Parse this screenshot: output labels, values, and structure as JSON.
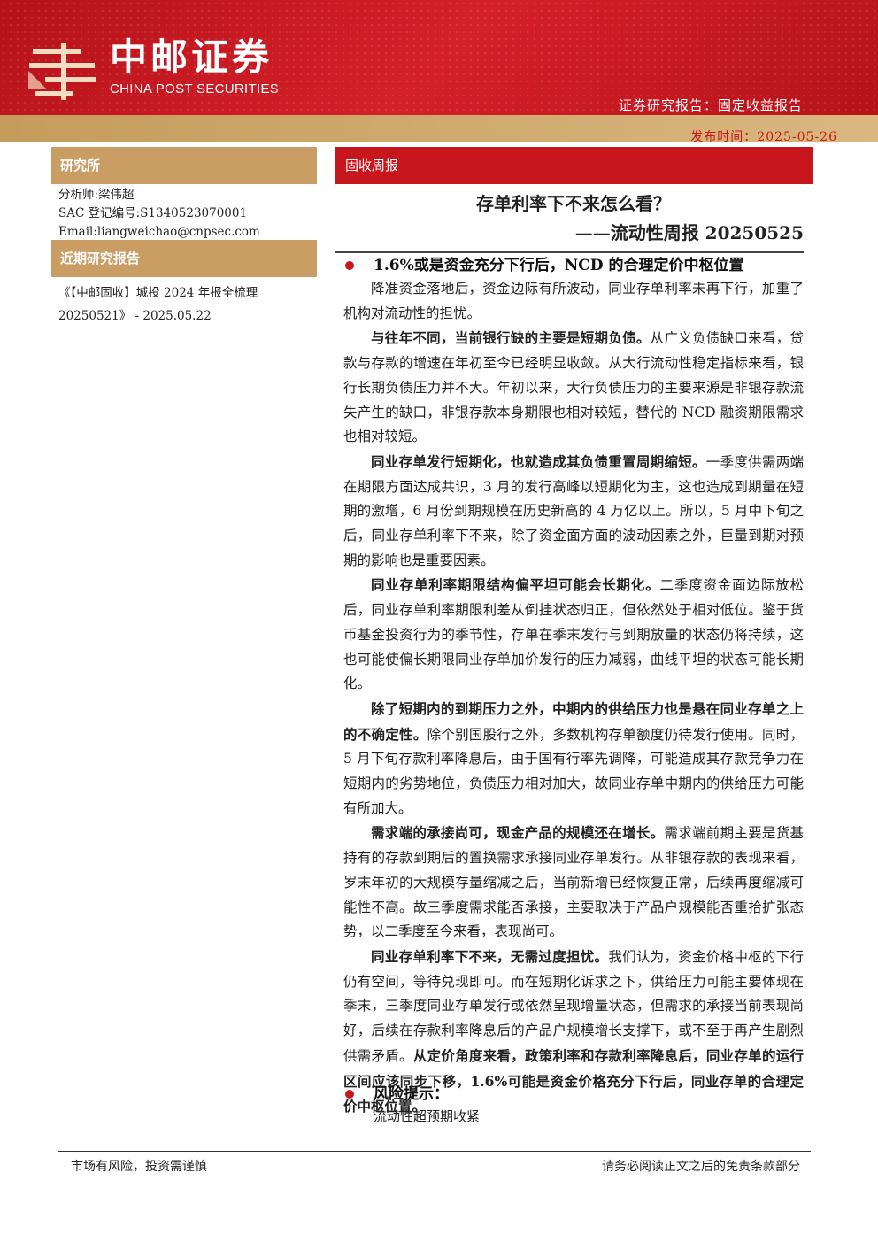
{
  "header": {
    "logo_cn": "中邮证券",
    "logo_en": "CHINA POST SECURITIES",
    "report_type": "证券研究报告：固定收益报告",
    "publish_date": "发布时间：2025-05-26",
    "brand_color": "#c8161d",
    "gold_color": "#c99d63"
  },
  "sidebar": {
    "research_label": "研究所",
    "analyst": "分析师:梁伟超",
    "sac": "SAC 登记编号:S1340523070001",
    "email": "Email:liangweichao@cnpsec.com",
    "recent_label": "近期研究报告",
    "recent_report_line1": "《【中邮固收】城投 2024 年报全梳理",
    "recent_report_line2": "20250521》 - 2025.05.22"
  },
  "main": {
    "tag": "固收周报",
    "title": "存单利率下不来怎么看？",
    "subtitle": "——流动性周报 20250525",
    "section1_heading": "1.6%或是资金充分下行后，NCD 的合理定价中枢位置",
    "paragraphs": [
      {
        "bold": "",
        "text": "降准资金落地后，资金边际有所波动，同业存单利率未再下行，加重了机构对流动性的担忧。"
      },
      {
        "bold": "与往年不同，当前银行缺的主要是短期负债。",
        "text": "从广义负债缺口来看，贷款与存款的增速在年初至今已经明显收敛。从大行流动性稳定指标来看，银行长期负债压力并不大。年初以来，大行负债压力的主要来源是非银存款流失产生的缺口，非银存款本身期限也相对较短，替代的 NCD 融资期限需求也相对较短。"
      },
      {
        "bold": "同业存单发行短期化，也就造成其负债重置周期缩短。",
        "text": "一季度供需两端在期限方面达成共识，3 月的发行高峰以短期化为主，这也造成到期量在短期的激增，6 月份到期规模在历史新高的 4 万亿以上。所以，5 月中下旬之后，同业存单利率下不来，除了资金面方面的波动因素之外，巨量到期对预期的影响也是重要因素。"
      },
      {
        "bold": "同业存单利率期限结构偏平坦可能会长期化。",
        "text": "二季度资金面边际放松后，同业存单利率期限利差从倒挂状态归正，但依然处于相对低位。鉴于货币基金投资行为的季节性，存单在季末发行与到期放量的状态仍将持续，这也可能使偏长期限同业存单加价发行的压力减弱，曲线平坦的状态可能长期化。"
      },
      {
        "bold": "除了短期内的到期压力之外，中期内的供给压力也是悬在同业存单之上的不确定性。",
        "text": "除个别国股行之外，多数机构存单额度仍待发行使用。同时，5 月下旬存款利率降息后，由于国有行率先调降，可能造成其存款竞争力在短期内的劣势地位，负债压力相对加大，故同业存单中期内的供给压力可能有所加大。"
      },
      {
        "bold": "需求端的承接尚可，现金产品的规模还在增长。",
        "text": "需求端前期主要是货基持有的存款到期后的置换需求承接同业存单发行。从非银存款的表现来看，岁末年初的大规模存量缩减之后，当前新增已经恢复正常，后续再度缩减可能性不高。故三季度需求能否承接，主要取决于产品户规模能否重拾扩张态势，以二季度至今来看，表现尚可。"
      },
      {
        "bold": "同业存单利率下不来，无需过度担忧。",
        "text": "我们认为，资金价格中枢的下行仍有空间，等待兑现即可。而在短期化诉求之下，供给压力可能主要体现在季末，三季度同业存单发行或依然呈现增量状态，但需求的承接当前表现尚好，后续在存款利率降息后的产品户规模增长支撑下，或不至于再产生剧烈供需矛盾。",
        "bold_tail": "从定价角度来看，政策利率和存款利率降息后，同业存单的运行区间应该同步下移，1.6%可能是资金价格充分下行后，同业存单的合理定价中枢位置。"
      }
    ],
    "risk_heading": "风险提示：",
    "risk_text": "流动性超预期收紧"
  },
  "footer": {
    "left": "市场有风险，投资需谨慎",
    "right": "请务必阅读正文之后的免责条款部分"
  }
}
